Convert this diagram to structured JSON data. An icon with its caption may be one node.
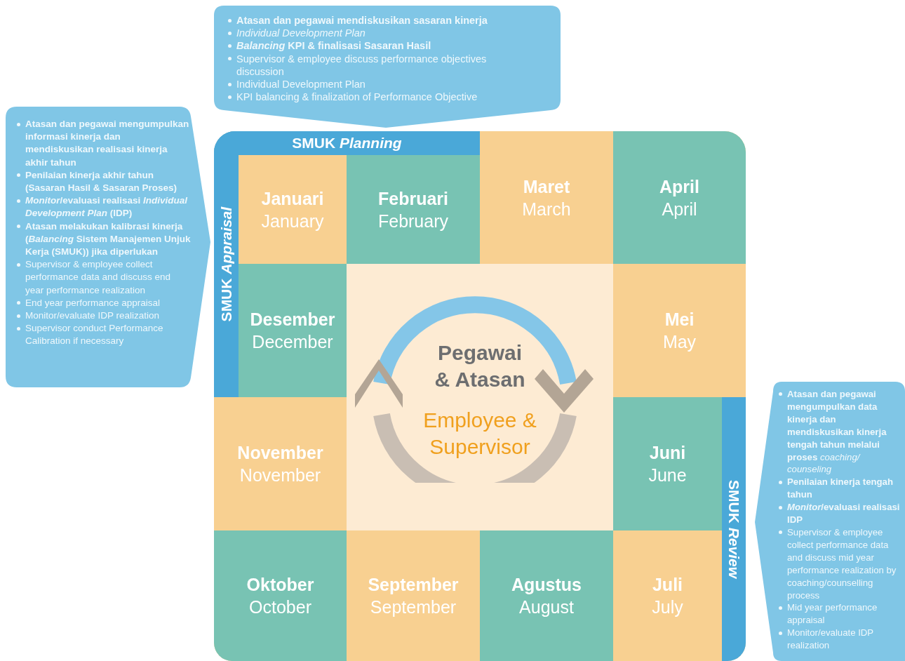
{
  "diagram": {
    "nodes": [
      {
        "text": [
          "**Atasan dan pegawai mendiskusikan sasaran kinerja**",
          "*Individual Development Plan*",
          "***Balancing* KPI & finalisasi Sasaran Hasil**",
          "Supervisor & employee discuss performance objectives discussion",
          "Individual Development Plan",
          "KPI balancing & finalization of Performance Objective"
        ]
      },
      {
        "text": [
          "SMUK *Planning*"
        ]
      },
      {
        "text": [
          "SMUK *Appraisal*"
        ]
      },
      {
        "text": [
          "**Atasan dan pegawai mengumpulkan informasi kinerja dan mendiskusikan realisasi kinerja akhir tahun**",
          "**Penilaian kinerja akhir tahun (Sasaran Hasil & Sasaran Proses)**",
          "***Monitor*/evaluasi realisasi *Individual Development Plan* (IDP)**",
          "**Atasan melakukan kalibrasi kinerja (*Balancing* Sistem Manajemen Unjuk Kerja (SMUK)) jika diperlukan**",
          "Supervisor & employee collect performance data and discuss end year performance realization",
          "End year performance appraisal",
          "Monitor/evaluate IDP realization",
          "Supervisor conduct Performance Calibration if necessary"
        ]
      },
      {
        "text": [
          "Januari",
          "January"
        ]
      },
      {
        "text": [
          "Februari",
          "February"
        ]
      },
      {
        "text": [
          "Maret",
          "March"
        ]
      },
      {
        "text": [
          "April",
          "April"
        ]
      },
      {
        "text": [
          "Mei",
          "May"
        ]
      },
      {
        "text": [
          "Juni",
          "June"
        ]
      },
      {
        "text": [
          "Juli",
          "July"
        ]
      },
      {
        "text": [
          "Agustus",
          "August"
        ]
      },
      {
        "text": [
          "September",
          "September"
        ]
      },
      {
        "text": [
          "Oktober",
          "October"
        ]
      },
      {
        "text": [
          "November",
          "November"
        ]
      },
      {
        "text": [
          "Desember",
          "December"
        ]
      },
      {
        "text": [
          "Pegawai & Atasan",
          "Employee & Supervisor"
        ]
      },
      {
        "text": [
          "SMUK *Review*"
        ]
      },
      {
        "text": [
          "**Atasan dan pegawai mengumpulkan data kinerja dan mendiskusikan kinerja tengah tahun melalui proses** *coaching/ counseling*",
          "**Penilaian kinerja tengah tahun**",
          "***Monitor*/evaluasi realisasi IDP**",
          "Supervisor & employee collect performance data and discuss mid year performance realization by coaching/counselling process",
          "Mid year performance appraisal",
          "Monitor/evaluate IDP realization"
        ]
      }
    ]
  }
}
